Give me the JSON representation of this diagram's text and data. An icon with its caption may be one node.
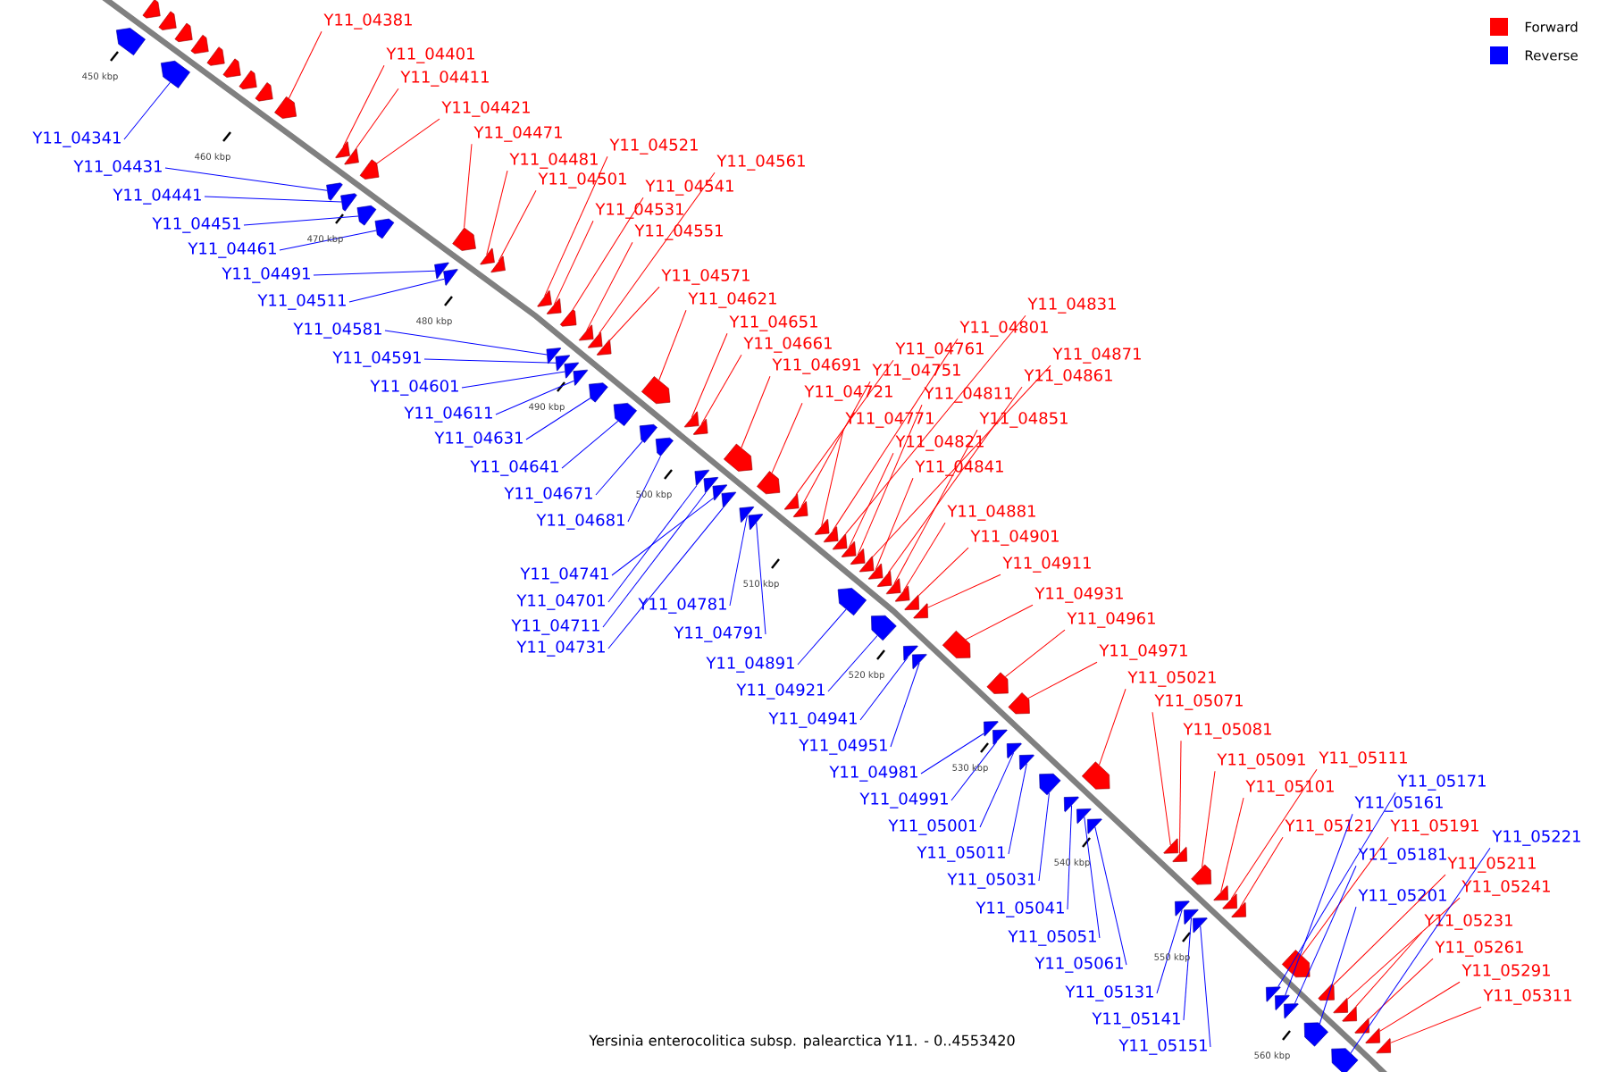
{
  "diagram": {
    "title": "Yersinia enterocolitica subsp. palearctica Y11. - 0..4553420",
    "nodes": [
      {
        "text": [
          "Y11_04381"
        ]
      },
      {
        "text": [
          "Y11_04401"
        ]
      },
      {
        "text": [
          "Y11_04411"
        ]
      },
      {
        "text": [
          "Y11_04421"
        ]
      },
      {
        "text": [
          "Y11_04471"
        ]
      },
      {
        "text": [
          "Y11_04481"
        ]
      },
      {
        "text": [
          "Y11_04501"
        ]
      },
      {
        "text": [
          "Y11_04521"
        ]
      },
      {
        "text": [
          "Y11_04561"
        ]
      },
      {
        "text": [
          "Y11_04541"
        ]
      },
      {
        "text": [
          "Y11_04531"
        ]
      },
      {
        "text": [
          "Y11_04551"
        ]
      },
      {
        "text": [
          "Y11_04571"
        ]
      },
      {
        "text": [
          "Y11_04621"
        ]
      },
      {
        "text": [
          "Y11_04651"
        ]
      },
      {
        "text": [
          "Y11_04661"
        ]
      },
      {
        "text": [
          "Y11_04691"
        ]
      },
      {
        "text": [
          "Y11_04721"
        ]
      },
      {
        "text": [
          "Y11_04751"
        ]
      },
      {
        "text": [
          "Y11_04761"
        ]
      },
      {
        "text": [
          "Y11_04771"
        ]
      },
      {
        "text": [
          "Y11_04801"
        ]
      },
      {
        "text": [
          "Y11_04831"
        ]
      },
      {
        "text": [
          "Y11_04811"
        ]
      },
      {
        "text": [
          "Y11_04871"
        ]
      },
      {
        "text": [
          "Y11_04861"
        ]
      },
      {
        "text": [
          "Y11_04821"
        ]
      },
      {
        "text": [
          "Y11_04851"
        ]
      },
      {
        "text": [
          "Y11_04841"
        ]
      },
      {
        "text": [
          "Y11_04881"
        ]
      },
      {
        "text": [
          "Y11_04901"
        ]
      },
      {
        "text": [
          "Y11_04911"
        ]
      },
      {
        "text": [
          "Y11_04931"
        ]
      },
      {
        "text": [
          "Y11_04961"
        ]
      },
      {
        "text": [
          "Y11_04971"
        ]
      },
      {
        "text": [
          "Y11_05021"
        ]
      },
      {
        "text": [
          "Y11_05071"
        ]
      },
      {
        "text": [
          "Y11_05081"
        ]
      },
      {
        "text": [
          "Y11_05091"
        ]
      },
      {
        "text": [
          "Y11_05111"
        ]
      },
      {
        "text": [
          "Y11_05101"
        ]
      },
      {
        "text": [
          "Y11_05121"
        ]
      },
      {
        "text": [
          "Y11_05191"
        ]
      },
      {
        "text": [
          "Y11_05211"
        ]
      },
      {
        "text": [
          "Y11_05241"
        ]
      },
      {
        "text": [
          "Y11_05231"
        ]
      },
      {
        "text": [
          "Y11_05261"
        ]
      },
      {
        "text": [
          "Y11_05291"
        ]
      },
      {
        "text": [
          "Y11_05311"
        ]
      },
      {
        "text": [
          "Y11_04341"
        ]
      },
      {
        "text": [
          "Y11_04431"
        ]
      },
      {
        "text": [
          "Y11_04441"
        ]
      },
      {
        "text": [
          "Y11_04451"
        ]
      },
      {
        "text": [
          "Y11_04461"
        ]
      },
      {
        "text": [
          "Y11_04491"
        ]
      },
      {
        "text": [
          "Y11_04511"
        ]
      },
      {
        "text": [
          "Y11_04581"
        ]
      },
      {
        "text": [
          "Y11_04591"
        ]
      },
      {
        "text": [
          "Y11_04601"
        ]
      },
      {
        "text": [
          "Y11_04611"
        ]
      },
      {
        "text": [
          "Y11_04631"
        ]
      },
      {
        "text": [
          "Y11_04641"
        ]
      },
      {
        "text": [
          "Y11_04671"
        ]
      },
      {
        "text": [
          "Y11_04681"
        ]
      },
      {
        "text": [
          "Y11_04741"
        ]
      },
      {
        "text": [
          "Y11_04701"
        ]
      },
      {
        "text": [
          "Y11_04781"
        ]
      },
      {
        "text": [
          "Y11_04711"
        ]
      },
      {
        "text": [
          "Y11_04731"
        ]
      },
      {
        "text": [
          "Y11_04791"
        ]
      },
      {
        "text": [
          "Y11_04891"
        ]
      },
      {
        "text": [
          "Y11_04921"
        ]
      },
      {
        "text": [
          "Y11_04941"
        ]
      },
      {
        "text": [
          "Y11_04951"
        ]
      },
      {
        "text": [
          "Y11_04981"
        ]
      },
      {
        "text": [
          "Y11_04991"
        ]
      },
      {
        "text": [
          "Y11_05001"
        ]
      },
      {
        "text": [
          "Y11_05011"
        ]
      },
      {
        "text": [
          "Y11_05031"
        ]
      },
      {
        "text": [
          "Y11_05041"
        ]
      },
      {
        "text": [
          "Y11_05051"
        ]
      },
      {
        "text": [
          "Y11_05061"
        ]
      },
      {
        "text": [
          "Y11_05131"
        ]
      },
      {
        "text": [
          "Y11_05141"
        ]
      },
      {
        "text": [
          "Y11_05151"
        ]
      },
      {
        "text": [
          "Y11_05171"
        ]
      },
      {
        "text": [
          "Y11_05161"
        ]
      },
      {
        "text": [
          "Y11_05181"
        ]
      },
      {
        "text": [
          "Y11_05201"
        ]
      },
      {
        "text": [
          "Y11_05221"
        ]
      },
      {
        "text": [],
        "shape": "arrow"
      },
      {
        "text": [],
        "shape": "arrow"
      },
      {
        "text": [],
        "shape": "arrow"
      },
      {
        "text": [],
        "shape": "arrow"
      },
      {
        "text": [],
        "shape": "arrow"
      },
      {
        "text": [],
        "shape": "arrow"
      },
      {
        "text": [],
        "shape": "arrow"
      },
      {
        "text": [],
        "shape": "arrow"
      },
      {
        "text": [],
        "shape": "arrow"
      },
      {
        "text": [],
        "shape": "arrow"
      },
      {
        "text": [],
        "shape": "arrow"
      },
      {
        "text": [],
        "shape": "arrow"
      },
      {
        "text": [],
        "shape": "arrow"
      },
      {
        "text": [],
        "shape": "arrow"
      },
      {
        "text": [],
        "shape": "arrow"
      },
      {
        "text": [],
        "shape": "arrow"
      },
      {
        "text": [],
        "shape": "arrow"
      },
      {
        "text": [],
        "shape": "arrow"
      },
      {
        "text": [],
        "shape": "arrow"
      },
      {
        "text": [],
        "shape": "arrow"
      },
      {
        "text": [],
        "shape": "arrow"
      },
      {
        "text": [],
        "shape": "arrow"
      },
      {
        "text": [],
        "shape": "arrow"
      },
      {
        "text": [],
        "shape": "arrow"
      },
      {
        "text": [],
        "shape": "arrow"
      },
      {
        "text": [],
        "shape": "arrow"
      },
      {
        "text": [],
        "shape": "arrow"
      },
      {
        "text": [],
        "shape": "arrow"
      },
      {
        "text": [],
        "shape": "arrow"
      },
      {
        "text": [],
        "shape": "arrow"
      },
      {
        "text": [],
        "shape": "arrow"
      },
      {
        "text": [],
        "shape": "arrow"
      },
      {
        "text": [],
        "shape": "arrow"
      },
      {
        "text": [],
        "shape": "arrow"
      },
      {
        "text": [],
        "shape": "arrow"
      },
      {
        "text": [],
        "shape": "arrow"
      },
      {
        "text": [],
        "shape": "arrow"
      },
      {
        "text": [],
        "shape": "arrow"
      },
      {
        "text": [],
        "shape": "arrow"
      },
      {
        "text": [],
        "shape": "arrow"
      },
      {
        "text": [],
        "shape": "arrow"
      },
      {
        "text": [],
        "shape": "arrow"
      },
      {
        "text": [],
        "shape": "arrow"
      },
      {
        "text": [],
        "shape": "arrow"
      },
      {
        "text": [],
        "shape": "arrow"
      },
      {
        "text": [],
        "shape": "arrow"
      },
      {
        "text": [],
        "shape": "arrow"
      },
      {
        "text": [],
        "shape": "arrow"
      },
      {
        "text": [],
        "shape": "arrow"
      },
      {
        "text": [],
        "shape": "arrow"
      },
      {
        "text": [],
        "shape": "arrow"
      },
      {
        "text": [],
        "shape": "arrow"
      },
      {
        "text": [],
        "shape": "arrow"
      },
      {
        "text": [],
        "shape": "arrow"
      },
      {
        "text": [],
        "shape": "arrow"
      },
      {
        "text": [],
        "shape": "arrow"
      },
      {
        "text": [],
        "shape": "arrow"
      },
      {
        "text": [],
        "shape": "arrow"
      },
      {
        "text": [],
        "shape": "arrow"
      },
      {
        "text": [],
        "shape": "arrow"
      },
      {
        "text": [],
        "shape": "arrow"
      },
      {
        "text": [],
        "shape": "arrow"
      },
      {
        "text": [],
        "shape": "arrow"
      },
      {
        "text": [],
        "shape": "arrow"
      },
      {
        "text": [],
        "shape": "arrow"
      },
      {
        "text": [],
        "shape": "arrow"
      },
      {
        "text": [],
        "shape": "arrow"
      },
      {
        "text": [],
        "shape": "arrow"
      },
      {
        "text": [],
        "shape": "arrow"
      },
      {
        "text": [],
        "shape": "arrow"
      },
      {
        "text": [],
        "shape": "arrow"
      },
      {
        "text": [],
        "shape": "arrow"
      },
      {
        "text": [],
        "shape": "arrow"
      },
      {
        "text": [],
        "shape": "arrow"
      },
      {
        "text": [],
        "shape": "arrow"
      },
      {
        "text": [],
        "shape": "arrow"
      },
      {
        "text": [],
        "shape": "arrow"
      },
      {
        "text": [],
        "shape": "arrow"
      },
      {
        "text": [],
        "shape": "arrow"
      },
      {
        "text": [],
        "shape": "arrow"
      },
      {
        "text": [],
        "shape": "arrow"
      },
      {
        "text": [],
        "shape": "arrow"
      },
      {
        "text": [],
        "shape": "arrow"
      },
      {
        "text": [],
        "shape": "arrow"
      },
      {
        "text": [],
        "shape": "arrow"
      },
      {
        "text": [],
        "shape": "arrow"
      },
      {
        "text": [],
        "shape": "arrow"
      },
      {
        "text": [],
        "shape": "arrow"
      },
      {
        "text": [],
        "shape": "arrow"
      },
      {
        "text": [],
        "shape": "arrow"
      },
      {
        "text": [],
        "shape": "arrow"
      },
      {
        "text": [],
        "shape": "arrow"
      },
      {
        "text": [],
        "shape": "arrow"
      },
      {
        "text": [],
        "shape": "arrow"
      },
      {
        "text": [],
        "shape": "arrow"
      },
      {
        "text": [],
        "shape": "arrow"
      },
      {
        "text": [],
        "shape": "arrow"
      },
      {
        "text": [],
        "shape": "arrow"
      },
      {
        "text": [],
        "shape": "arrow"
      }
    ],
    "edges": [
      {
        "from": 0,
        "to": 90,
        "arrow": "none",
        "color": "#ff0000"
      },
      {
        "from": 1,
        "to": 91,
        "arrow": "none",
        "color": "#ff0000"
      },
      {
        "from": 2,
        "to": 92,
        "arrow": "none",
        "color": "#ff0000"
      },
      {
        "from": 3,
        "to": 93,
        "arrow": "none",
        "color": "#ff0000"
      },
      {
        "from": 4,
        "to": 94,
        "arrow": "none",
        "color": "#ff0000"
      },
      {
        "from": 5,
        "to": 95,
        "arrow": "none",
        "color": "#ff0000"
      },
      {
        "from": 6,
        "to": 96,
        "arrow": "none",
        "color": "#ff0000"
      },
      {
        "from": 7,
        "to": 97,
        "arrow": "none",
        "color": "#ff0000"
      },
      {
        "from": 8,
        "to": 98,
        "arrow": "none",
        "color": "#ff0000"
      },
      {
        "from": 9,
        "to": 99,
        "arrow": "none",
        "color": "#ff0000"
      },
      {
        "from": 10,
        "to": 100,
        "arrow": "none",
        "color": "#ff0000"
      },
      {
        "from": 11,
        "to": 101,
        "arrow": "none",
        "color": "#ff0000"
      },
      {
        "from": 12,
        "to": 102,
        "arrow": "none",
        "color": "#ff0000"
      },
      {
        "from": 13,
        "to": 103,
        "arrow": "none",
        "color": "#ff0000"
      },
      {
        "from": 14,
        "to": 104,
        "arrow": "none",
        "color": "#ff0000"
      },
      {
        "from": 15,
        "to": 105,
        "arrow": "none",
        "color": "#ff0000"
      },
      {
        "from": 16,
        "to": 106,
        "arrow": "none",
        "color": "#ff0000"
      },
      {
        "from": 17,
        "to": 107,
        "arrow": "none",
        "color": "#ff0000"
      },
      {
        "from": 18,
        "to": 108,
        "arrow": "none",
        "color": "#ff0000"
      },
      {
        "from": 19,
        "to": 109,
        "arrow": "none",
        "color": "#ff0000"
      },
      {
        "from": 20,
        "to": 110,
        "arrow": "none",
        "color": "#ff0000"
      },
      {
        "from": 21,
        "to": 111,
        "arrow": "none",
        "color": "#ff0000"
      },
      {
        "from": 22,
        "to": 112,
        "arrow": "none",
        "color": "#ff0000"
      },
      {
        "from": 23,
        "to": 113,
        "arrow": "none",
        "color": "#ff0000"
      },
      {
        "from": 24,
        "to": 114,
        "arrow": "none",
        "color": "#ff0000"
      },
      {
        "from": 25,
        "to": 115,
        "arrow": "none",
        "color": "#ff0000"
      },
      {
        "from": 26,
        "to": 116,
        "arrow": "none",
        "color": "#ff0000"
      },
      {
        "from": 27,
        "to": 117,
        "arrow": "none",
        "color": "#ff0000"
      },
      {
        "from": 28,
        "to": 118,
        "arrow": "none",
        "color": "#ff0000"
      },
      {
        "from": 29,
        "to": 119,
        "arrow": "none",
        "color": "#ff0000"
      },
      {
        "from": 30,
        "to": 120,
        "arrow": "none",
        "color": "#ff0000"
      },
      {
        "from": 31,
        "to": 121,
        "arrow": "none",
        "color": "#ff0000"
      },
      {
        "from": 32,
        "to": 122,
        "arrow": "none",
        "color": "#ff0000"
      },
      {
        "from": 33,
        "to": 123,
        "arrow": "none",
        "color": "#ff0000"
      },
      {
        "from": 34,
        "to": 124,
        "arrow": "none",
        "color": "#ff0000"
      },
      {
        "from": 35,
        "to": 125,
        "arrow": "none",
        "color": "#ff0000"
      },
      {
        "from": 36,
        "to": 126,
        "arrow": "none",
        "color": "#ff0000"
      },
      {
        "from": 37,
        "to": 127,
        "arrow": "none",
        "color": "#ff0000"
      },
      {
        "from": 38,
        "to": 128,
        "arrow": "none",
        "color": "#ff0000"
      },
      {
        "from": 39,
        "to": 129,
        "arrow": "none",
        "color": "#ff0000"
      },
      {
        "from": 40,
        "to": 130,
        "arrow": "none",
        "color": "#ff0000"
      },
      {
        "from": 41,
        "to": 131,
        "arrow": "none",
        "color": "#ff0000"
      },
      {
        "from": 42,
        "to": 132,
        "arrow": "none",
        "color": "#ff0000"
      },
      {
        "from": 43,
        "to": 133,
        "arrow": "none",
        "color": "#ff0000"
      },
      {
        "from": 44,
        "to": 134,
        "arrow": "none",
        "color": "#ff0000"
      },
      {
        "from": 45,
        "to": 135,
        "arrow": "none",
        "color": "#ff0000"
      },
      {
        "from": 46,
        "to": 136,
        "arrow": "none",
        "color": "#ff0000"
      },
      {
        "from": 47,
        "to": 137,
        "arrow": "none",
        "color": "#ff0000"
      },
      {
        "from": 48,
        "to": 138,
        "arrow": "none",
        "color": "#ff0000"
      },
      {
        "from": 49,
        "to": 139,
        "arrow": "none",
        "color": "#0000ff"
      },
      {
        "from": 50,
        "to": 140,
        "arrow": "none",
        "color": "#0000ff"
      },
      {
        "from": 51,
        "to": 141,
        "arrow": "none",
        "color": "#0000ff"
      },
      {
        "from": 52,
        "to": 142,
        "arrow": "none",
        "color": "#0000ff"
      },
      {
        "from": 53,
        "to": 143,
        "arrow": "none",
        "color": "#0000ff"
      },
      {
        "from": 54,
        "to": 144,
        "arrow": "none",
        "color": "#0000ff"
      },
      {
        "from": 55,
        "to": 145,
        "arrow": "none",
        "color": "#0000ff"
      },
      {
        "from": 56,
        "to": 146,
        "arrow": "none",
        "color": "#0000ff"
      },
      {
        "from": 57,
        "to": 147,
        "arrow": "none",
        "color": "#0000ff"
      },
      {
        "from": 58,
        "to": 148,
        "arrow": "none",
        "color": "#0000ff"
      },
      {
        "from": 59,
        "to": 149,
        "arrow": "none",
        "color": "#0000ff"
      },
      {
        "from": 60,
        "to": 150,
        "arrow": "none",
        "color": "#0000ff"
      },
      {
        "from": 61,
        "to": 151,
        "arrow": "none",
        "color": "#0000ff"
      },
      {
        "from": 62,
        "to": 152,
        "arrow": "none",
        "color": "#0000ff"
      },
      {
        "from": 63,
        "to": 153,
        "arrow": "none",
        "color": "#0000ff"
      },
      {
        "from": 64,
        "to": 154,
        "arrow": "none",
        "color": "#0000ff"
      },
      {
        "from": 65,
        "to": 155,
        "arrow": "none",
        "color": "#0000ff"
      },
      {
        "from": 66,
        "to": 156,
        "arrow": "none",
        "color": "#0000ff"
      },
      {
        "from": 67,
        "to": 157,
        "arrow": "none",
        "color": "#0000ff"
      },
      {
        "from": 68,
        "to": 158,
        "arrow": "none",
        "color": "#0000ff"
      },
      {
        "from": 69,
        "to": 159,
        "arrow": "none",
        "color": "#0000ff"
      },
      {
        "from": 70,
        "to": 160,
        "arrow": "none",
        "color": "#0000ff"
      },
      {
        "from": 71,
        "to": 161,
        "arrow": "none",
        "color": "#0000ff"
      },
      {
        "from": 72,
        "to": 162,
        "arrow": "none",
        "color": "#0000ff"
      },
      {
        "from": 73,
        "to": 163,
        "arrow": "none",
        "color": "#0000ff"
      },
      {
        "from": 74,
        "to": 164,
        "arrow": "none",
        "color": "#0000ff"
      },
      {
        "from": 75,
        "to": 165,
        "arrow": "none",
        "color": "#0000ff"
      },
      {
        "from": 76,
        "to": 166,
        "arrow": "none",
        "color": "#0000ff"
      },
      {
        "from": 77,
        "to": 167,
        "arrow": "none",
        "color": "#0000ff"
      },
      {
        "from": 78,
        "to": 168,
        "arrow": "none",
        "color": "#0000ff"
      },
      {
        "from": 79,
        "to": 169,
        "arrow": "none",
        "color": "#0000ff"
      },
      {
        "from": 80,
        "to": 170,
        "arrow": "none",
        "color": "#0000ff"
      },
      {
        "from": 81,
        "to": 171,
        "arrow": "none",
        "color": "#0000ff"
      },
      {
        "from": 82,
        "to": 172,
        "arrow": "none",
        "color": "#0000ff"
      },
      {
        "from": 83,
        "to": 173,
        "arrow": "none",
        "color": "#0000ff"
      },
      {
        "from": 84,
        "to": 174,
        "arrow": "none",
        "color": "#0000ff"
      },
      {
        "from": 85,
        "to": 175,
        "arrow": "none",
        "color": "#0000ff"
      },
      {
        "from": 86,
        "to": 176,
        "arrow": "none",
        "color": "#0000ff"
      },
      {
        "from": 87,
        "to": 177,
        "arrow": "none",
        "color": "#0000ff"
      },
      {
        "from": 88,
        "to": 178,
        "arrow": "none",
        "color": "#0000ff"
      },
      {
        "from": 89,
        "to": 179,
        "arrow": "none",
        "color": "#0000ff"
      }
    ],
    "labels": [
      "450 kbp",
      "460 kbp",
      "470 kbp",
      "480 kbp",
      "490 kbp",
      "500 kbp",
      "510 kbp",
      "520 kbp",
      "530 kbp",
      "540 kbp",
      "550 kbp",
      "560 kbp"
    ],
    "legend": [
      {
        "text": "Forward",
        "color": "#ff0000"
      },
      {
        "text": "Reverse",
        "color": "#0000ff"
      }
    ]
  }
}
